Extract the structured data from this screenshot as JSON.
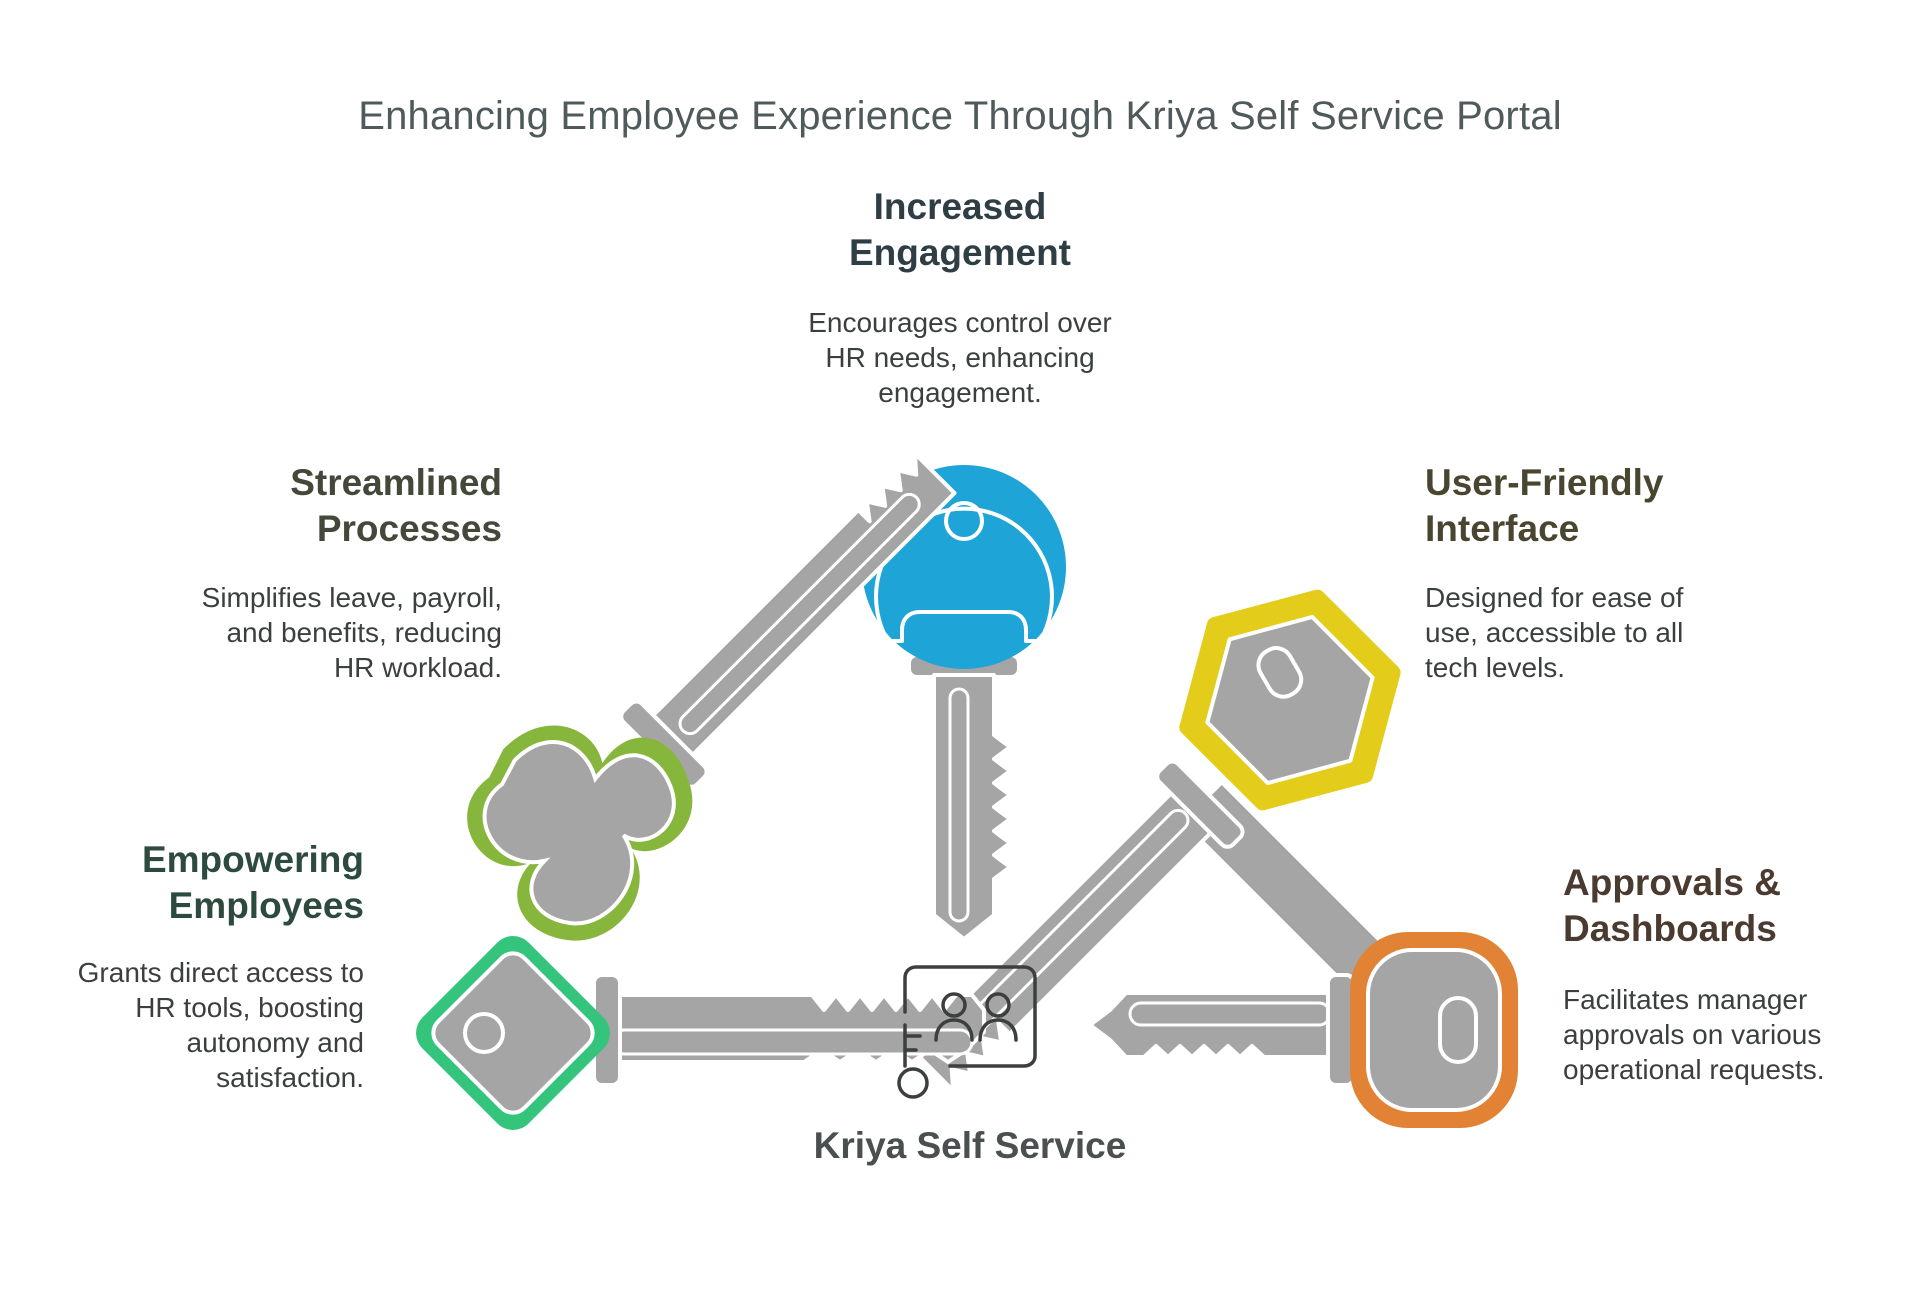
{
  "title": "Enhancing Employee Experience Through Kriya Self Service Portal",
  "center": {
    "label": "Kriya Self Service",
    "icon": "id-card-people-icon"
  },
  "keys": [
    {
      "id": "increased-engagement",
      "heading_lines": [
        "Increased",
        "Engagement"
      ],
      "description_lines": [
        "Encourages control over",
        "HR needs, enhancing",
        "engagement."
      ],
      "color": "#1ea4d6",
      "heading_color": "#2f3e45",
      "icon": "round-key-icon"
    },
    {
      "id": "streamlined-processes",
      "heading_lines": [
        "Streamlined",
        "Processes"
      ],
      "description_lines": [
        "Simplifies leave, payroll,",
        "and benefits, reducing",
        "HR workload."
      ],
      "color": "#86b63c",
      "heading_color": "#44483a",
      "icon": "clover-key-icon"
    },
    {
      "id": "user-friendly-interface",
      "heading_lines": [
        "User-Friendly",
        "Interface"
      ],
      "description_lines": [
        "Designed for ease of",
        "use, accessible to all",
        "tech levels."
      ],
      "color": "#e3cc1a",
      "heading_color": "#4a4530",
      "icon": "hexagon-key-icon"
    },
    {
      "id": "empowering-employees",
      "heading_lines": [
        "Empowering",
        "Employees"
      ],
      "description_lines": [
        "Grants direct access to",
        "HR tools, boosting",
        "autonomy and",
        "satisfaction."
      ],
      "color": "#34c47c",
      "heading_color": "#2d4a3e",
      "icon": "diamond-key-icon"
    },
    {
      "id": "approvals-dashboards",
      "heading_lines": [
        "Approvals &",
        "Dashboards"
      ],
      "description_lines": [
        "Facilitates manager",
        "approvals on various",
        "operational requests."
      ],
      "color": "#e18234",
      "heading_color": "#4a3a30",
      "icon": "rounded-rect-key-icon"
    }
  ]
}
